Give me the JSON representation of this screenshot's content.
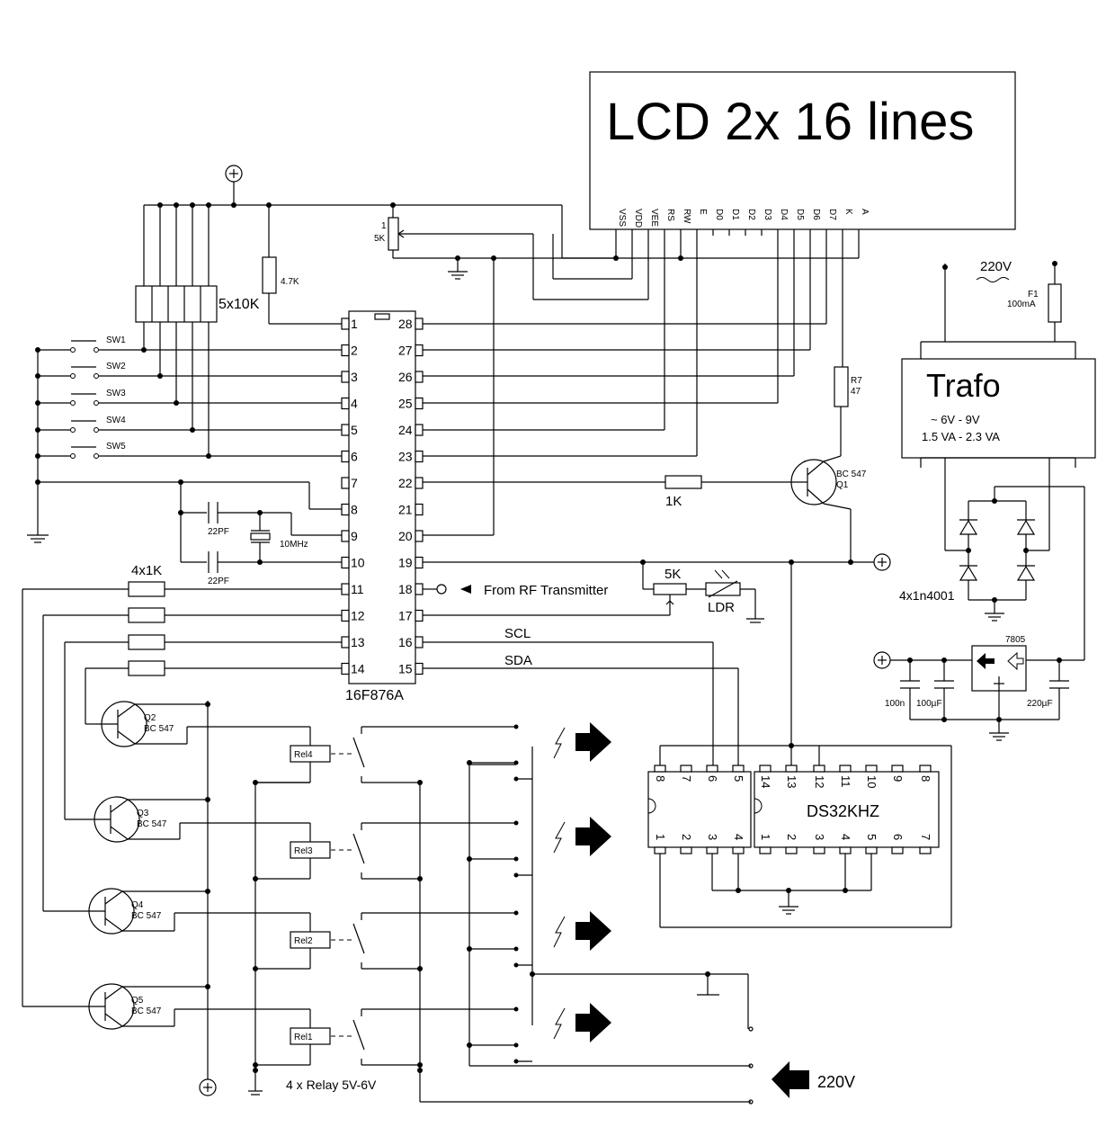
{
  "lcd": {
    "title": "LCD 2x 16 lines",
    "pins": [
      "VSS",
      "VDD",
      "VEE",
      "RS",
      "RW",
      "E",
      "D0",
      "D1",
      "D2",
      "D3",
      "D4",
      "D5",
      "D6",
      "D7",
      "K",
      "A"
    ]
  },
  "mcu": {
    "name": "16F876A",
    "left_pins": [
      "1",
      "2",
      "3",
      "4",
      "5",
      "6",
      "7",
      "8",
      "9",
      "10",
      "11",
      "12",
      "13",
      "14"
    ],
    "right_pins": [
      "28",
      "27",
      "26",
      "25",
      "24",
      "23",
      "22",
      "21",
      "20",
      "19",
      "18",
      "17",
      "16",
      "15"
    ]
  },
  "labels": {
    "pullup_net": "5x10K",
    "r_4k7": "4.7K",
    "pot_1": "1",
    "pot_5k": "5K",
    "switches": [
      "SW1",
      "SW2",
      "SW3",
      "SW4",
      "SW5"
    ],
    "cap_22pf_a": "22PF",
    "cap_22pf_b": "22PF",
    "crystal": "10MHz",
    "resistor_array": "4x1K",
    "rf_input": "From RF Transmitter",
    "r_1k": "1K",
    "r_pot_5k": "5K",
    "ldr": "LDR",
    "scl": "SCL",
    "sda": "SDA",
    "r7_name": "R7",
    "r7_value": "47",
    "q1_type": "BC 547",
    "q1_name": "Q1",
    "transistors": [
      {
        "name": "Q2",
        "type": "BC 547"
      },
      {
        "name": "Q3",
        "type": "BC 547"
      },
      {
        "name": "Q4",
        "type": "BC 547"
      },
      {
        "name": "Q5",
        "type": "BC 547"
      }
    ],
    "relays": [
      "Rel4",
      "Rel3",
      "Rel2",
      "Rel1"
    ],
    "relay_note": "4 x Relay 5V-6V",
    "mains_top": "220V",
    "fuse_name": "F1",
    "fuse_value": "100mA",
    "trafo_title": "Trafo",
    "trafo_line1": "~ 6V - 9V",
    "trafo_line2": "1.5 VA - 2.3 VA",
    "diodes": "4x1n4001",
    "regulator": "7805",
    "c_100n": "100n",
    "c_100uf": "100µF",
    "c_220uf": "220µF",
    "rtc_name": "DS32KHZ",
    "rtc_top_left": [
      "8",
      "7",
      "6",
      "5"
    ],
    "rtc_top_right": [
      "14",
      "13",
      "12",
      "11",
      "10",
      "9",
      "8"
    ],
    "rtc_bot_left": [
      "1",
      "2",
      "3",
      "4"
    ],
    "rtc_bot_right": [
      "1",
      "2",
      "3",
      "4",
      "5",
      "6",
      "7"
    ],
    "mains_in": "220V"
  }
}
